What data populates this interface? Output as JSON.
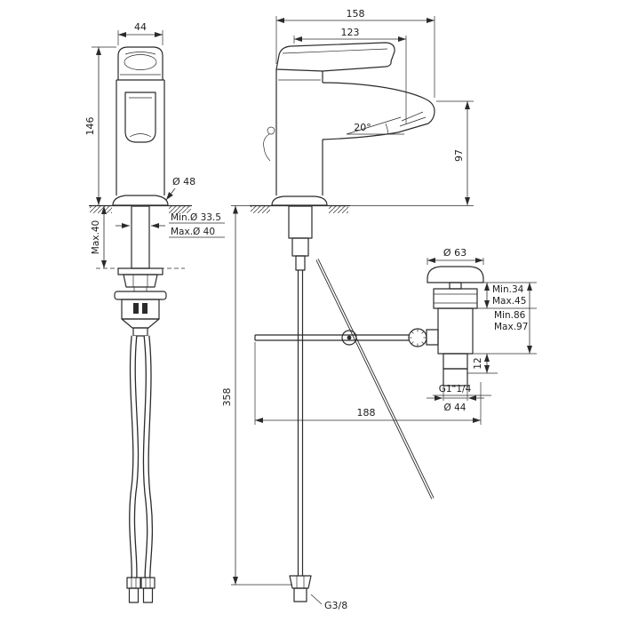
{
  "dims": {
    "handle_width": "44",
    "body_height": "146",
    "base_diameter": "Ø 48",
    "hole_min": "Min.Ø 33.5",
    "hole_max": "Max.Ø 40",
    "deck_max": "Max.40",
    "total_depth": "158",
    "spout_reach": "123",
    "spout_angle": "20°",
    "spout_height": "97",
    "waste_cap_diameter": "Ø 63",
    "waste_reveal_min": "Min.34",
    "waste_reveal_max": "Max.45",
    "waste_height_min": "Min.86",
    "waste_height_max": "Max.97",
    "waste_neck": "12",
    "waste_thread": "G1\"1/4",
    "waste_pipe_diameter": "Ø 44",
    "rod_span": "188",
    "hose_drop": "358",
    "supply_thread": "G3/8"
  }
}
